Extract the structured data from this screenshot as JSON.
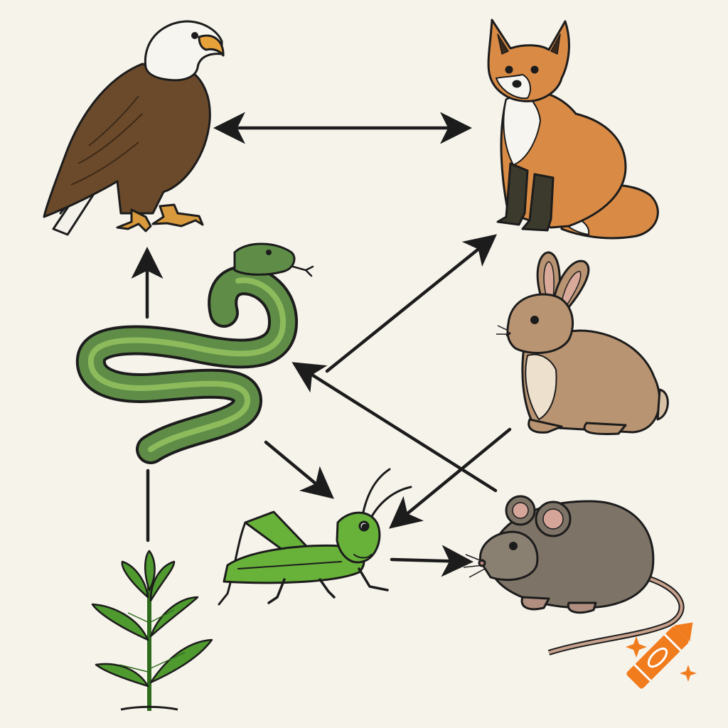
{
  "diagram": {
    "type": "food-web",
    "nodes": [
      {
        "id": "eagle",
        "icon": "eagle-icon"
      },
      {
        "id": "fox",
        "icon": "fox-icon"
      },
      {
        "id": "snake",
        "icon": "snake-icon"
      },
      {
        "id": "rabbit",
        "icon": "rabbit-icon"
      },
      {
        "id": "grasshopper",
        "icon": "grasshopper-icon"
      },
      {
        "id": "mouse",
        "icon": "mouse-icon"
      },
      {
        "id": "plant",
        "icon": "plant-icon"
      }
    ],
    "edges": [
      {
        "from": "eagle",
        "to": "fox",
        "style": "double-headed"
      },
      {
        "from": "snake",
        "to": "eagle",
        "style": "single-headed"
      },
      {
        "from": "snake",
        "to": "fox",
        "style": "single-headed"
      },
      {
        "from": "mouse",
        "to": "snake",
        "style": "single-headed"
      },
      {
        "from": "snake",
        "to": "grasshopper",
        "style": "single-headed"
      },
      {
        "from": "rabbit",
        "to": "grasshopper",
        "style": "single-headed"
      },
      {
        "from": "grasshopper",
        "to": "mouse",
        "style": "single-headed"
      },
      {
        "from": "plant",
        "to": "snake",
        "style": "line-only"
      }
    ]
  },
  "watermark": {
    "icon": "crayon-icon",
    "color": "#f07c1e"
  },
  "colors": {
    "background": "#f6f3eb",
    "ink": "#1c1c1c",
    "eagle_body": "#6b4a2b",
    "fox_fur": "#d98b45",
    "rabbit_fur": "#b99472",
    "mouse_fur": "#7d7366",
    "snake_green": "#5f8d48",
    "grasshopper_green": "#68b23a",
    "plant_green": "#4f9a2f"
  }
}
